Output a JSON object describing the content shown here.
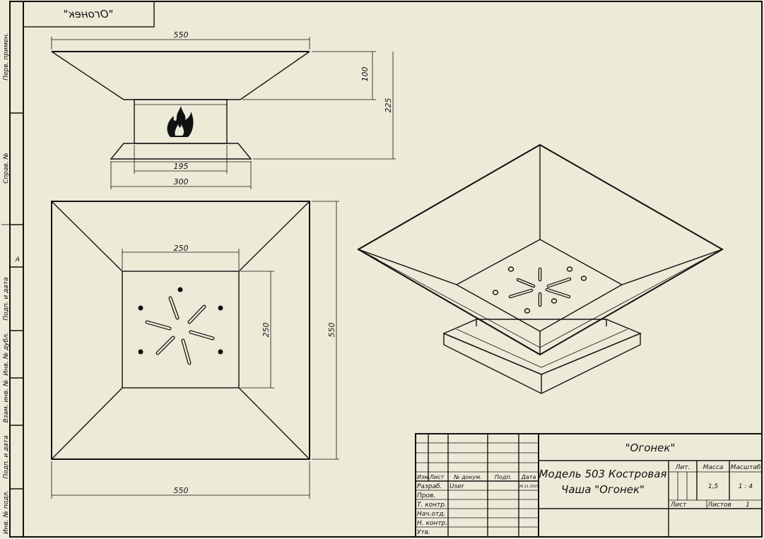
{
  "header": {
    "mirrored_title": "\"Огонек\""
  },
  "side_strip": {
    "labels": [
      "Перв. примен.",
      "Справ. №",
      "Подп. и дата",
      "Инв. № дубл.",
      "Взам. инв. №",
      "Подп. и дата",
      "Инв. № подл."
    ],
    "zone_letter": "A"
  },
  "dimensions": {
    "front_top_width": "550",
    "front_bowl_depth": "100",
    "front_total_height": "225",
    "front_base_inner": "195",
    "front_base_outer": "300",
    "top_inner_width": "250",
    "top_inner_height": "250",
    "top_outer_height": "550",
    "top_outer_width": "550"
  },
  "title_block": {
    "product_name": "\"Огонек\"",
    "designation_line1": "Модель 503 Костровая",
    "designation_line2": "Чаша \"Огонек\"",
    "col_izm": "Изм.",
    "col_list": "Лист",
    "col_doc": "№ докум.",
    "col_sign": "Подп.",
    "col_date": "Дата",
    "row_razrab": "Разраб.",
    "razrab_name": "User",
    "razrab_date": "06.11.2025",
    "row_prov": "Пров.",
    "row_tkontr": "Т. контр.",
    "row_nachotd": "Нач.отд.",
    "row_nkontr": "Н. контр.",
    "row_utv": "Утв.",
    "lit_label": "Лит.",
    "mass_label": "Масса",
    "scale_label": "Масштаб",
    "mass_value": "1,5",
    "scale_value": "1 : 4",
    "sheet_label": "Лист",
    "sheets_label": "Листов",
    "sheets_value": "1"
  }
}
